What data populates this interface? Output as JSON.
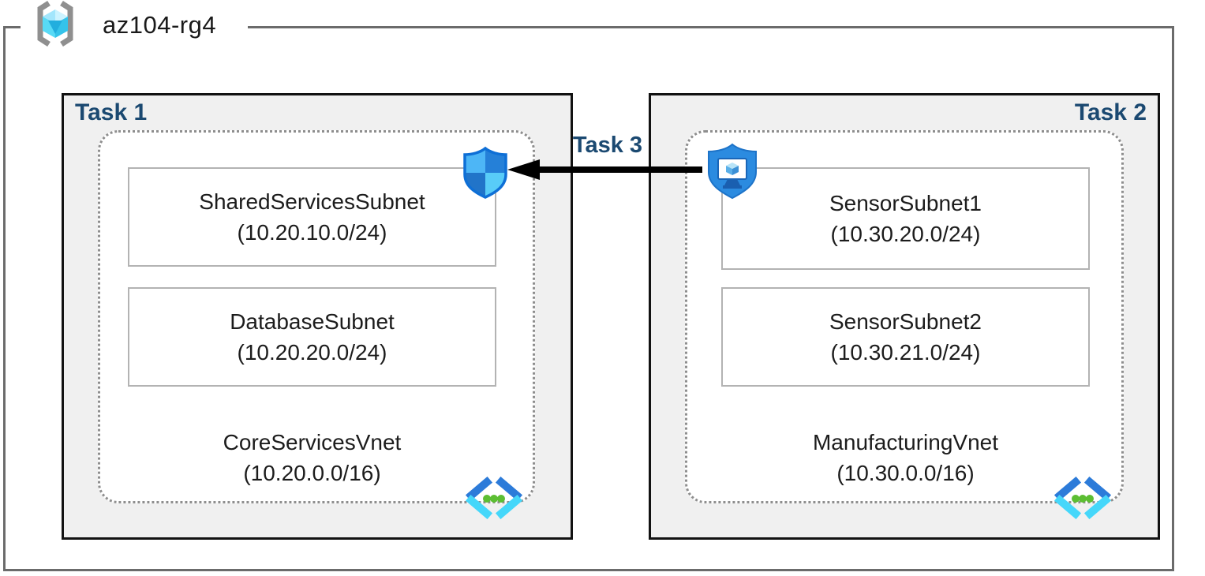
{
  "resource_group": {
    "label": "az104-rg4"
  },
  "tasks": [
    {
      "label": "Task 1",
      "vnet": {
        "name": "CoreServicesVnet",
        "cidr": "(10.20.0.0/16)"
      },
      "subnets": [
        {
          "name": "SharedServicesSubnet",
          "cidr": "(10.20.10.0/24)"
        },
        {
          "name": "DatabaseSubnet",
          "cidr": "(10.20.20.0/24)"
        }
      ]
    },
    {
      "label": "Task 2",
      "vnet": {
        "name": "ManufacturingVnet",
        "cidr": "(10.30.0.0/16)"
      },
      "subnets": [
        {
          "name": "SensorSubnet1",
          "cidr": "(10.30.20.0/24)"
        },
        {
          "name": "SensorSubnet2",
          "cidr": "(10.30.21.0/24)"
        }
      ]
    }
  ],
  "arrow": {
    "label": "Task 3",
    "direction": "right-to-left"
  },
  "icons": {
    "resource_group": "azure-resource-group-icon",
    "nsg": "network-security-group-shield-icon",
    "bastion": "bastion-shield-monitor-icon",
    "vnet": "virtual-network-chevrons-icon"
  },
  "colors": {
    "task_label_navy": "#1b4971",
    "arrow_black": "#000000",
    "box_border_black": "#121212",
    "outer_border_gray": "#6b6b6b",
    "dotted_gray": "#8e8e8e",
    "subnet_border_gray": "#b3b3b3",
    "task_bg_gray": "#f0f0f0",
    "azure_blue": "#2580d8",
    "azure_light_blue": "#4db6f6",
    "azure_cyan": "#50e6ff",
    "vnet_green": "#5cbe33"
  }
}
